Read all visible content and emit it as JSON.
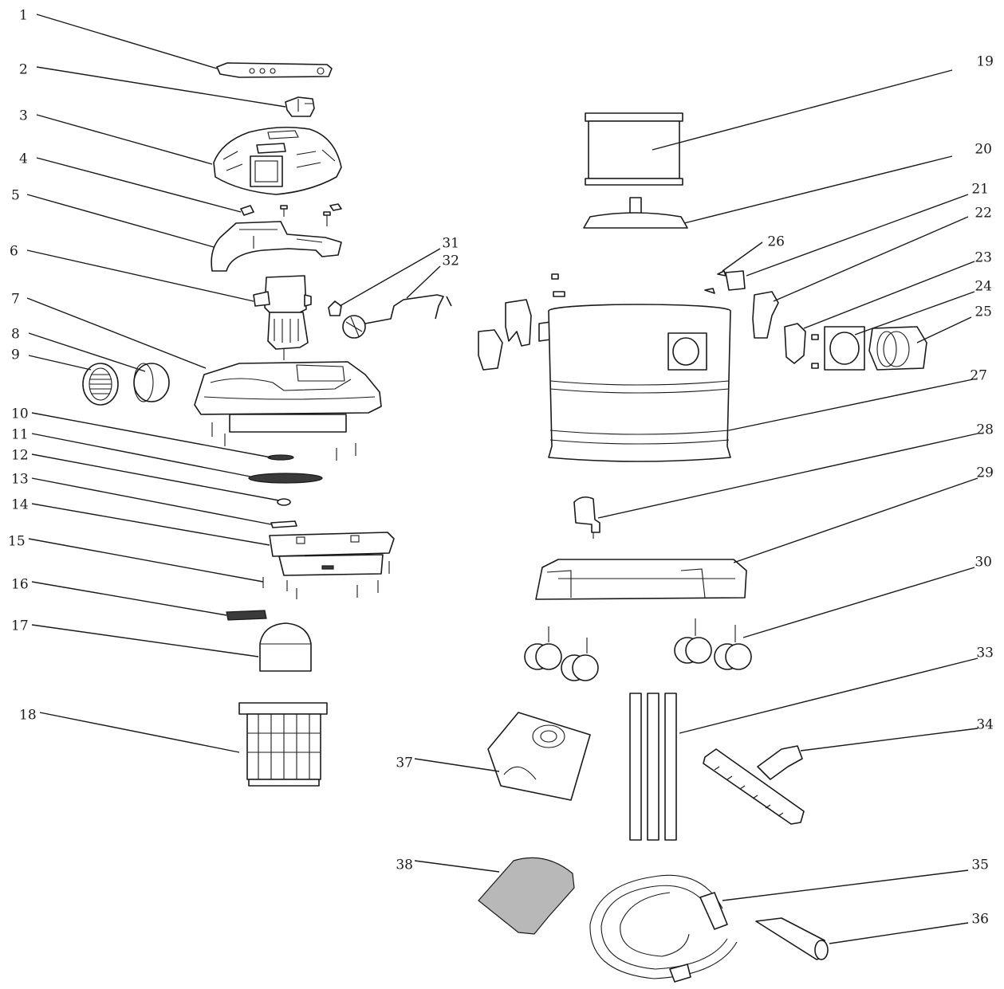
{
  "diagram": {
    "parts": [
      {
        "no": "1"
      },
      {
        "no": "2"
      },
      {
        "no": "3"
      },
      {
        "no": "4"
      },
      {
        "no": "5"
      },
      {
        "no": "6"
      },
      {
        "no": "7"
      },
      {
        "no": "8"
      },
      {
        "no": "9"
      },
      {
        "no": "10"
      },
      {
        "no": "11"
      },
      {
        "no": "12"
      },
      {
        "no": "13"
      },
      {
        "no": "14"
      },
      {
        "no": "15"
      },
      {
        "no": "16"
      },
      {
        "no": "17"
      },
      {
        "no": "18"
      },
      {
        "no": "19"
      },
      {
        "no": "20"
      },
      {
        "no": "21"
      },
      {
        "no": "22"
      },
      {
        "no": "23"
      },
      {
        "no": "24"
      },
      {
        "no": "25"
      },
      {
        "no": "26"
      },
      {
        "no": "27"
      },
      {
        "no": "28"
      },
      {
        "no": "29"
      },
      {
        "no": "30"
      },
      {
        "no": "31"
      },
      {
        "no": "32"
      },
      {
        "no": "33"
      },
      {
        "no": "34"
      },
      {
        "no": "35"
      },
      {
        "no": "36"
      },
      {
        "no": "37"
      },
      {
        "no": "38"
      }
    ]
  }
}
